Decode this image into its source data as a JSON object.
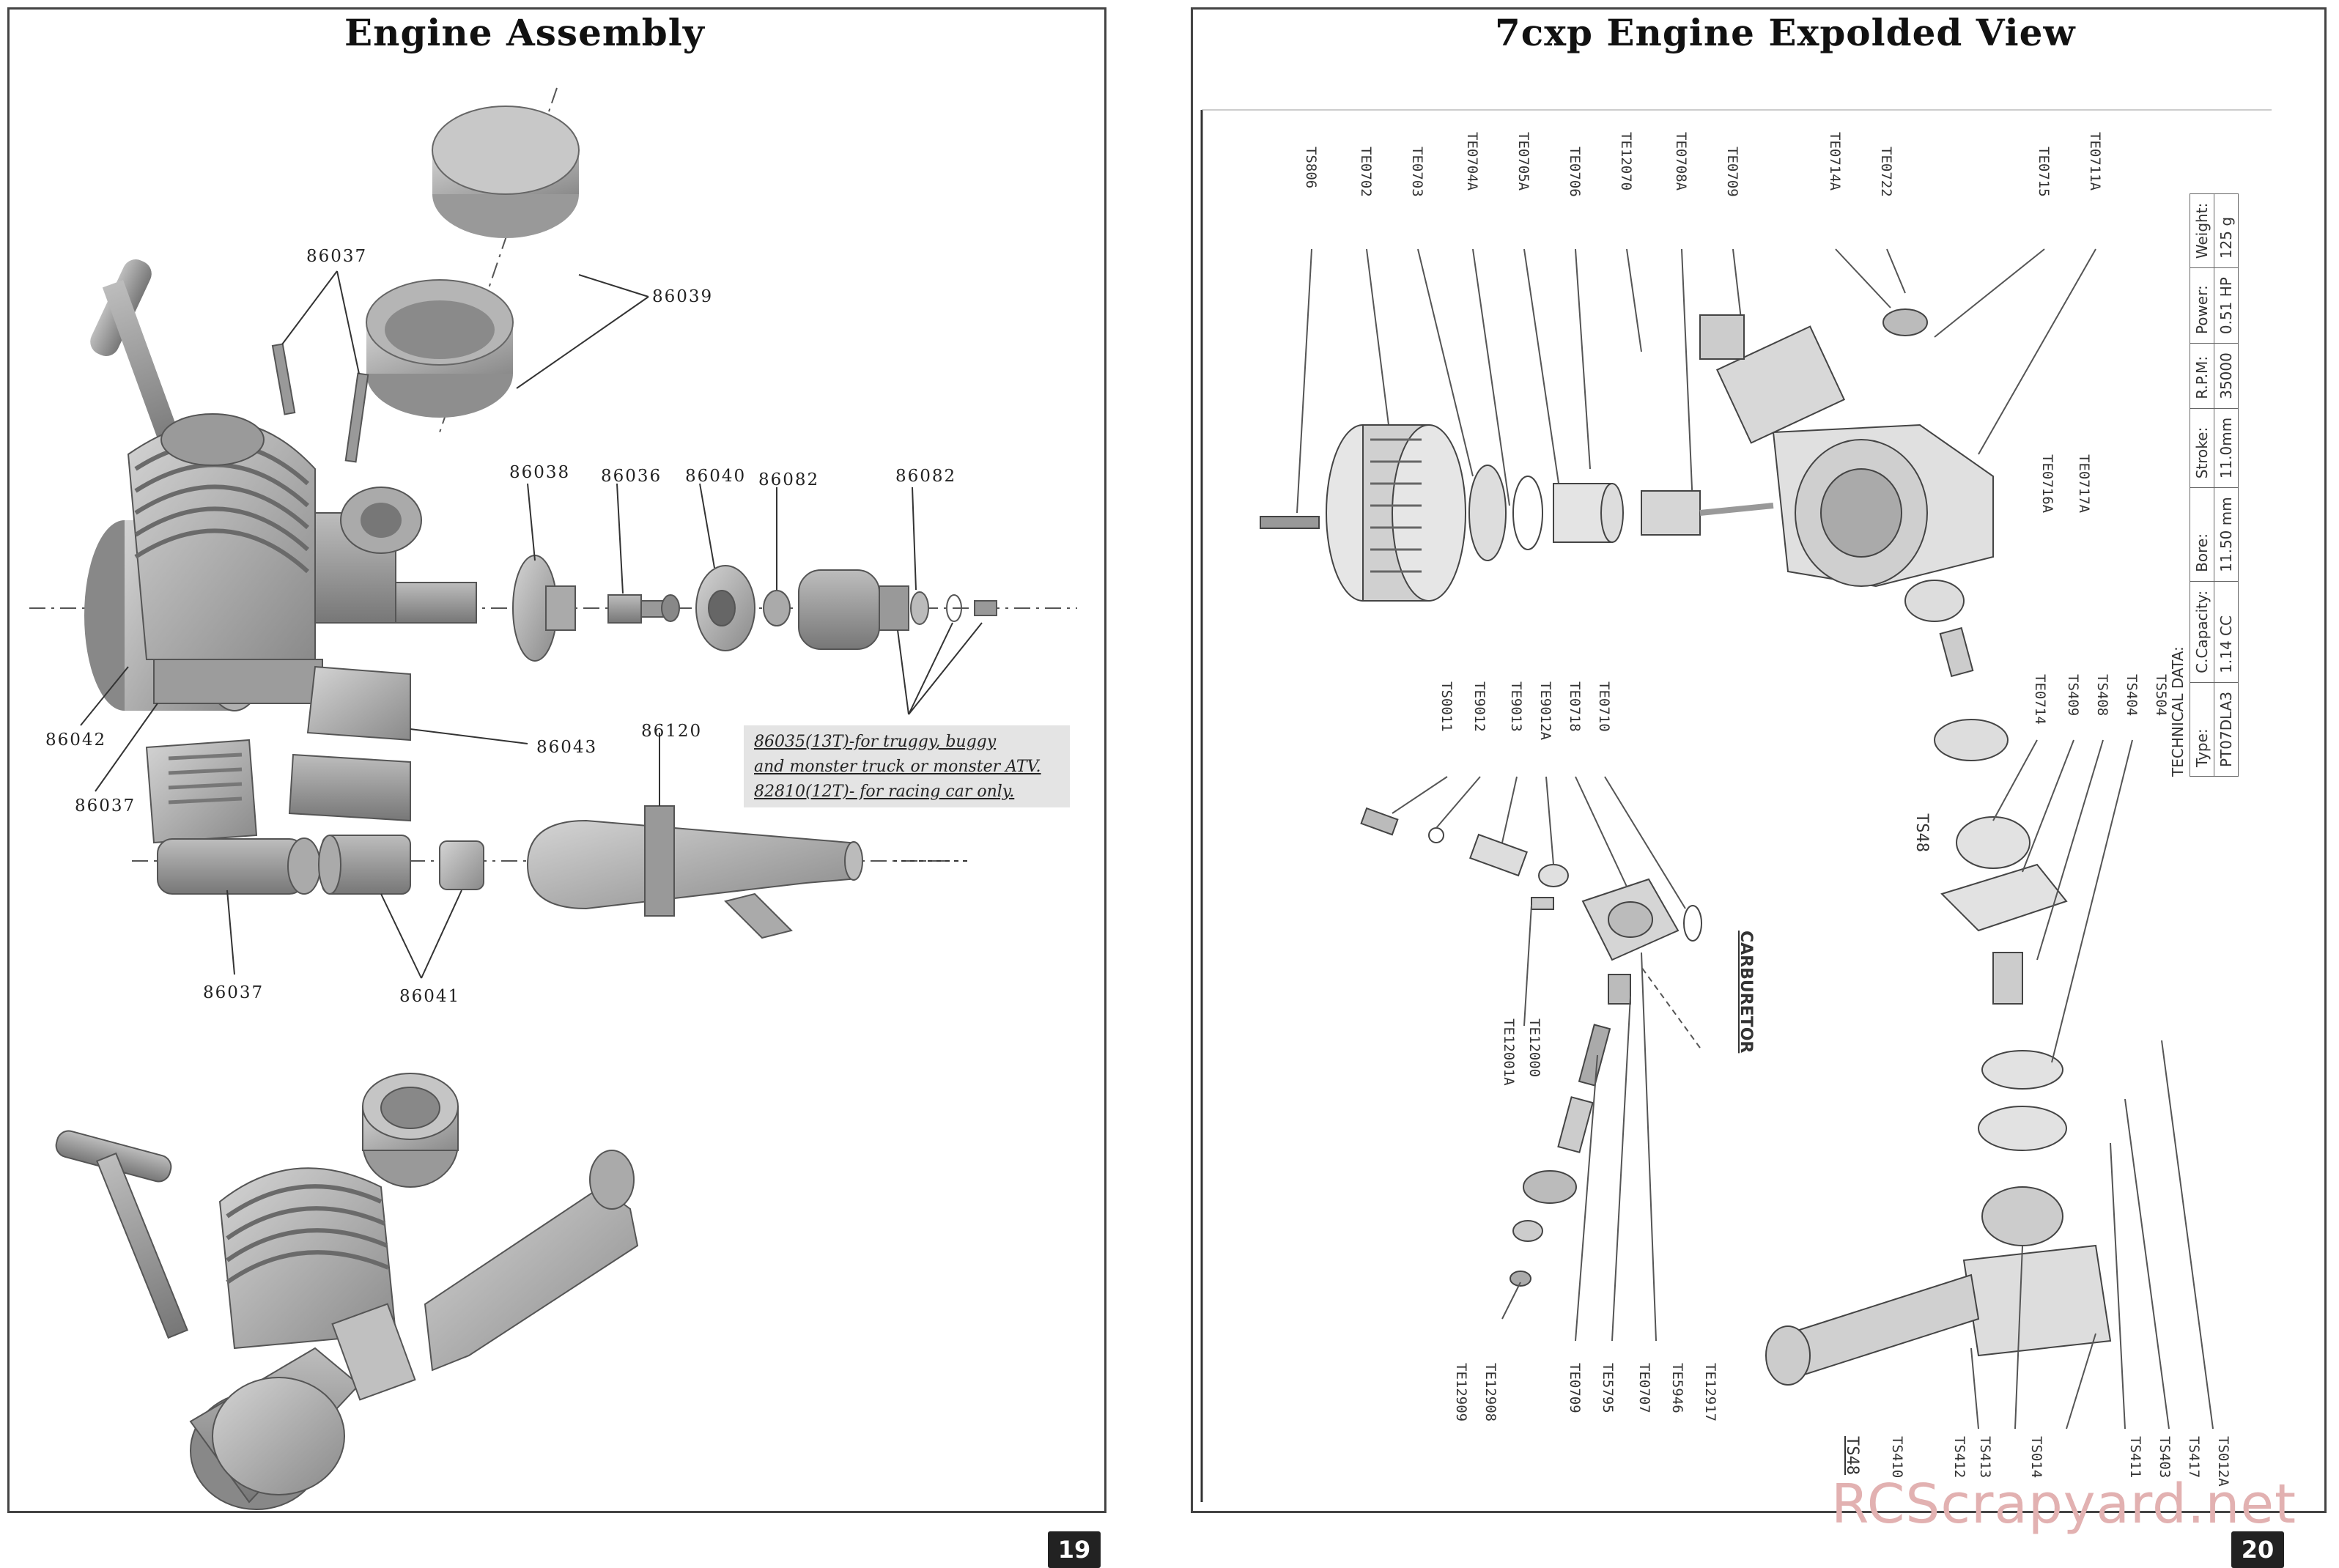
{
  "left_page": {
    "title": "Engine Assembly",
    "labels": {
      "p86037_top": "86037",
      "p86039": "86039",
      "p86038": "86038",
      "p86036": "86036",
      "p86040": "86040",
      "p86082_a": "86082",
      "p86082_b": "86082",
      "p86042": "86042",
      "p86037_left": "86037",
      "p86043": "86043",
      "p86120": "86120",
      "p86037_bottom": "86037",
      "p86041": "86041"
    },
    "note_lines": [
      "86035(13T)-for truggy, buggy",
      "and monster truck or monster ATV.",
      "82810(12T)- for racing car only."
    ],
    "page_number": "19"
  },
  "right_page": {
    "title": "7cxp Engine Expolded View",
    "top_labels": [
      "TS806",
      "TE0702",
      "TE0703",
      "TE0704A",
      "TE0705A",
      "TE0706",
      "TE12070",
      "TE0708A",
      "TE0709",
      "TE0714A",
      "TE0722",
      "TE0715",
      "TE0711A"
    ],
    "mid_labels": [
      "TE0716A",
      "TE0717A"
    ],
    "carb_top_labels": [
      "TS0011",
      "TE9012",
      "TE9013",
      "TE9012A",
      "TE0718",
      "TE0710"
    ],
    "carb_left_labels": [
      "TE12001A",
      "TE12000"
    ],
    "carb_bottom_labels": [
      "TE12909",
      "TE12908",
      "TE0709",
      "TE5795",
      "TE0707",
      "TE5946",
      "TE12917"
    ],
    "carburetor_label": "CARBURETOR",
    "starter_labels": [
      "TE0714",
      "TS409",
      "TS408",
      "TS404",
      "TS504"
    ],
    "starter_side_label": "TS48",
    "bottom_labels": [
      "TS48",
      "TS410",
      "TS412",
      "TS413",
      "TS014",
      "TS411",
      "TS403",
      "TS417",
      "TS012A"
    ],
    "technical_data": {
      "title": "TECHNICAL DATA:",
      "headers": [
        "Type:",
        "C.Capacity:",
        "Bore:",
        "Stroke:",
        "R.P.M:",
        "Power:",
        "Weight:"
      ],
      "values": [
        "PT07DLA3",
        "1.14 CC",
        "11.50 mm",
        "11.0mm",
        "35000",
        "0.51 HP",
        "125 g"
      ]
    },
    "page_number": "20"
  },
  "watermark": "RCScrapyard.net"
}
